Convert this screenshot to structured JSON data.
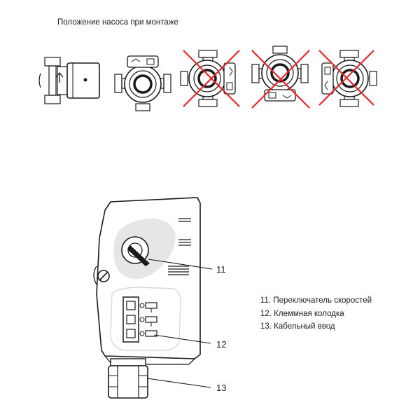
{
  "title": "Положение насоса при монтаже",
  "positions": [
    {
      "id": "pos1",
      "allowed": true
    },
    {
      "id": "pos2",
      "allowed": true
    },
    {
      "id": "pos3",
      "allowed": false
    },
    {
      "id": "pos4",
      "allowed": false
    },
    {
      "id": "pos5",
      "allowed": false
    }
  ],
  "callouts": {
    "c11": "11",
    "c12": "12",
    "c13": "13"
  },
  "legend": [
    "11. Переключатель скоростей",
    "12. Клеммная колодка",
    "13. Кабельный ввод"
  ],
  "colors": {
    "cross": "#e8262c",
    "line": "#1a1a1a",
    "outline_highlight": "#e6e6e6"
  },
  "icons": {
    "speed_positions": [
      "1",
      "2",
      "3"
    ]
  }
}
